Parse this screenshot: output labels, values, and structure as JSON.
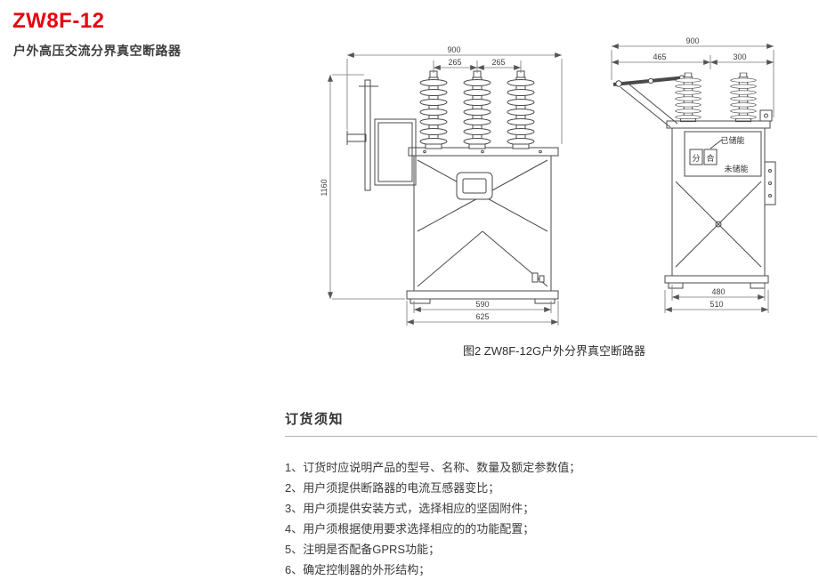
{
  "header": {
    "model": "ZW8F-12",
    "subtitle": "户外高压交流分界真空断路器"
  },
  "figure": {
    "caption": "图2 ZW8F-12G户外分界真空断路器",
    "front_view": {
      "dim_top_width": "900",
      "dim_pole_spacing_left": "265",
      "dim_pole_spacing_right": "265",
      "dim_height": "1160",
      "dim_base_inner": "590",
      "dim_base_outer": "625"
    },
    "side_view": {
      "dim_top_width": "900",
      "dim_top_left": "465",
      "dim_top_right": "300",
      "dim_base_inner": "480",
      "dim_base_outer": "510",
      "label_charged": "已储能",
      "label_uncharged": "未储能",
      "button_open": "分",
      "button_close": "合"
    }
  },
  "ordering": {
    "title": "订货须知",
    "items": [
      "1、订货时应说明产品的型号、名称、数量及额定参数值；",
      "2、用户须提供断路器的电流互感器变比；",
      "3、用户须提供安装方式，选择相应的坚固附件；",
      "4、用户须根据使用要求选择相应的的功能配置；",
      "5、注明是否配备GPRS功能；",
      "6、确定控制器的外形结构；"
    ]
  },
  "colors": {
    "accent_red": "#e60012",
    "text_dark": "#3a3a3a",
    "drawing_line": "#4a4a4a"
  }
}
